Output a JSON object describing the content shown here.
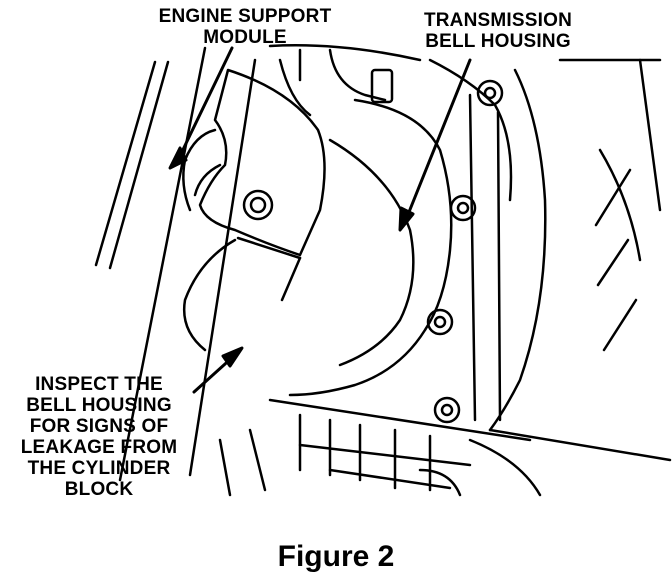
{
  "labels": {
    "engine_support": [
      "ENGINE SUPPORT",
      "MODULE"
    ],
    "transmission": [
      "TRANSMISSION",
      "BELL HOUSING"
    ],
    "inspect": [
      "INSPECT THE",
      "BELL HOUSING",
      "FOR SIGNS OF",
      "LEAKAGE FROM",
      "THE CYLINDER",
      "BLOCK"
    ]
  },
  "caption": "Figure 2",
  "colors": {
    "ink": "#000000",
    "paper": "#ffffff"
  }
}
